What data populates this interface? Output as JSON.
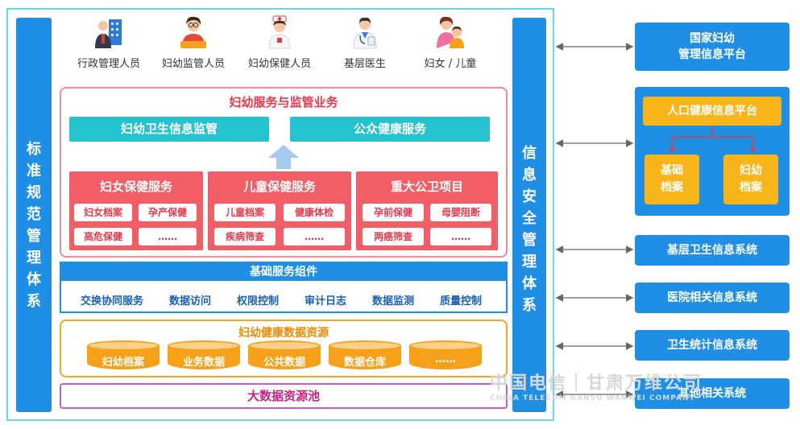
{
  "left_bar": [
    "标",
    "准",
    "规",
    "范",
    "管",
    "理",
    "体",
    "系"
  ],
  "right_bar": [
    "信",
    "息",
    "安",
    "全",
    "管",
    "理",
    "体",
    "系"
  ],
  "roles": [
    {
      "label": "行政管理人员",
      "icon": "administrator-icon"
    },
    {
      "label": "妇幼监管人员",
      "icon": "supervisor-icon"
    },
    {
      "label": "妇幼保健人员",
      "icon": "nurse-icon"
    },
    {
      "label": "基层医生",
      "icon": "doctor-icon"
    },
    {
      "label": "妇女 / 儿童",
      "icon": "mother-child-icon"
    }
  ],
  "services": {
    "title": "妇幼服务与监管业务",
    "top_left": "妇幼卫生信息监管",
    "top_right": "公众健康服务",
    "groups": [
      {
        "title": "妇女保健服务",
        "items": [
          "妇女档案",
          "孕产保健",
          "高危保健",
          "……"
        ]
      },
      {
        "title": "儿童保健服务",
        "items": [
          "儿童档案",
          "健康体检",
          "疾病筛查",
          "……"
        ]
      },
      {
        "title": "重大公卫项目",
        "items": [
          "孕前保健",
          "母婴阻断",
          "两癌筛查",
          "……"
        ]
      }
    ]
  },
  "basic": {
    "title": "基础服务组件",
    "items": [
      "交换协同服务",
      "数据访问",
      "权限控制",
      "审计日志",
      "数据监测",
      "质量控制"
    ]
  },
  "data_resources": {
    "title": "妇幼健康数据资源",
    "items": [
      "妇幼档案",
      "业务数据",
      "公共数据",
      "数据仓库",
      "……"
    ]
  },
  "pool": "大数据资源池",
  "right_side": {
    "national": "国家妇幼\n管理信息平台",
    "population_platform": "人口健康信息平台",
    "basic_archive": "基础\n档案",
    "mch_archive": "妇幼\n档案",
    "systems": [
      "基层卫生信息系统",
      "医院相关信息系统",
      "卫生统计信息系统",
      "其他相关系统"
    ]
  },
  "watermark": {
    "main": "中国电信｜甘肃万维公司",
    "sub": "CHINA TELECOM   GANSU WANWEI COMPANY"
  },
  "colors": {
    "blue": "#1f8fe6",
    "teal": "#25c2cf",
    "red": "#f35d66",
    "orange": "#f7a11a",
    "pink": "#d0217f"
  }
}
